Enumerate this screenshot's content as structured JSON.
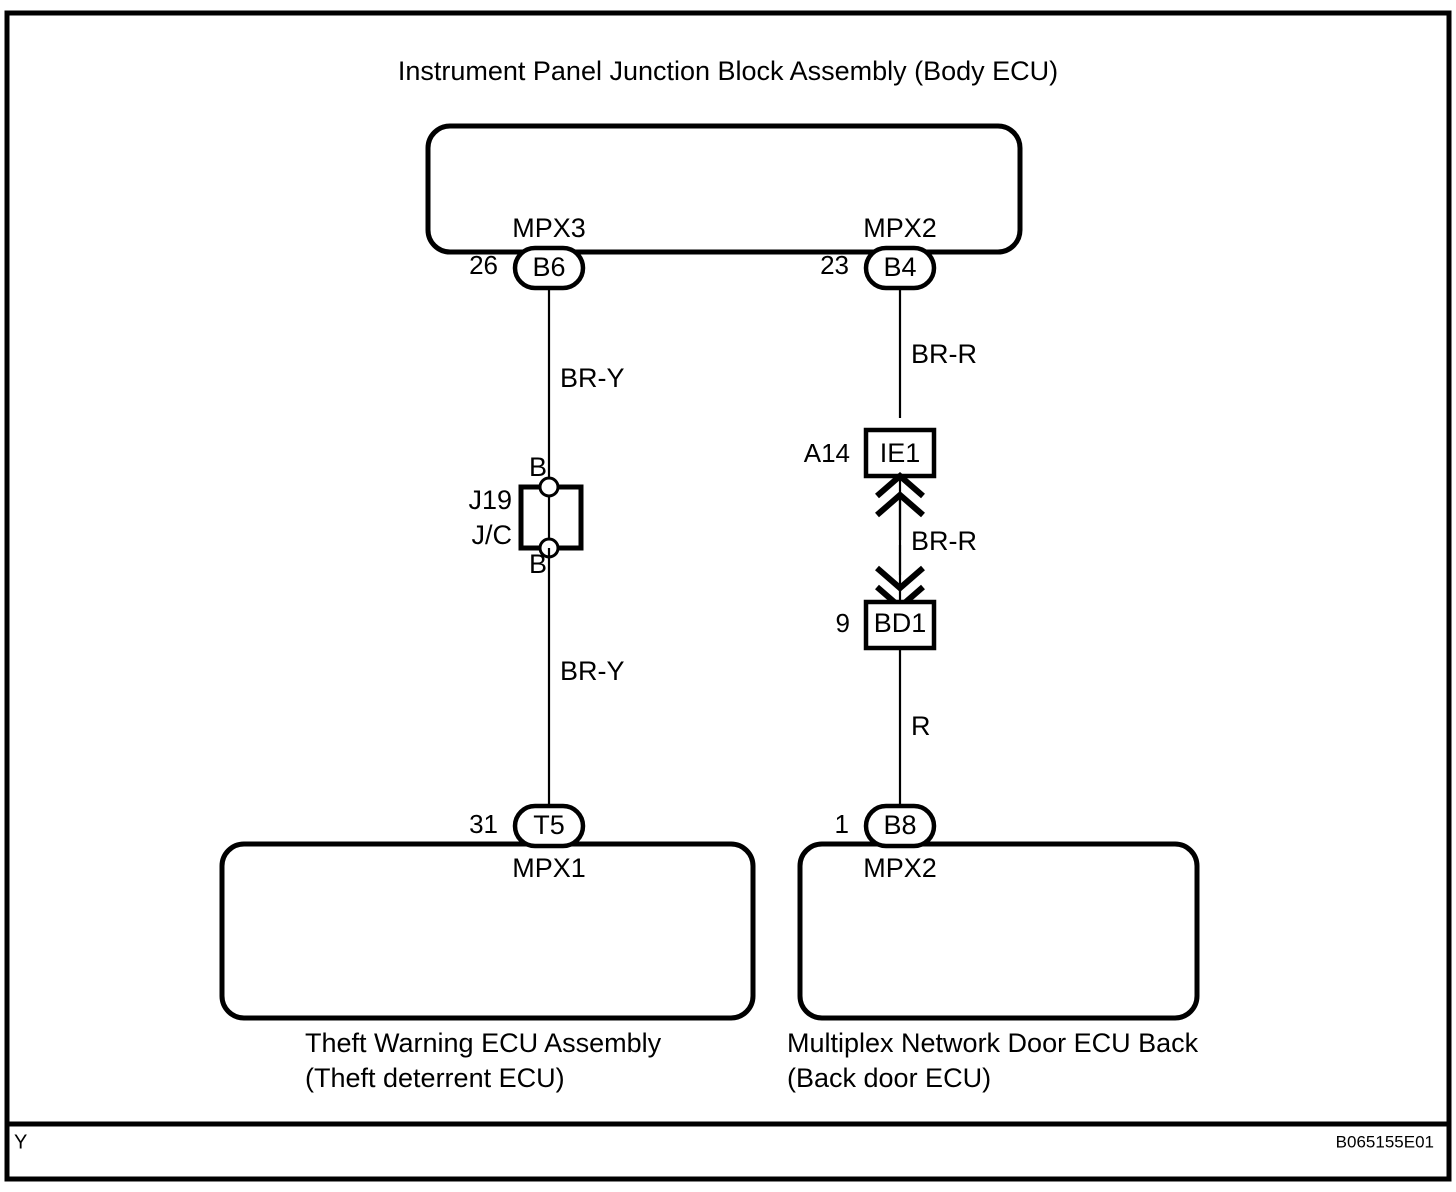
{
  "page": {
    "title": "Instrument Panel Junction Block Assembly (Body ECU)",
    "corner_marker": "Y",
    "document_id": "B065155E01",
    "background_color": "#ffffff",
    "line_color": "#000000"
  },
  "top_ecu": {
    "name": "Instrument Panel Junction Block Assembly (Body ECU)",
    "ports": [
      {
        "port_label": "MPX3",
        "pin_number": "26",
        "connector": "B6"
      },
      {
        "port_label": "MPX2",
        "pin_number": "23",
        "connector": "B4"
      }
    ]
  },
  "left_branch": {
    "wire_upper_label": "BR-Y",
    "wire_lower_label": "BR-Y",
    "junction": {
      "name": "J19",
      "type": "J/C",
      "terminal_top": "B",
      "terminal_bottom": "B"
    },
    "bottom_ecu": {
      "pin_number": "31",
      "connector": "T5",
      "port_label": "MPX1",
      "caption_line1": "Theft Warning ECU Assembly",
      "caption_line2": "(Theft deterrent ECU)"
    }
  },
  "right_branch": {
    "wire_upper_label": "BR-R",
    "wire_middle_label": "BR-R",
    "wire_lower_label": "R",
    "connector_upper": {
      "pin_number": "A14",
      "name": "IE1",
      "arrow_direction": "up"
    },
    "connector_lower": {
      "pin_number": "9",
      "name": "BD1",
      "arrow_direction": "down"
    },
    "bottom_ecu": {
      "pin_number": "1",
      "connector": "B8",
      "port_label": "MPX2",
      "caption_line1": "Multiplex Network Door ECU Back",
      "caption_line2": "(Back door ECU)"
    }
  }
}
